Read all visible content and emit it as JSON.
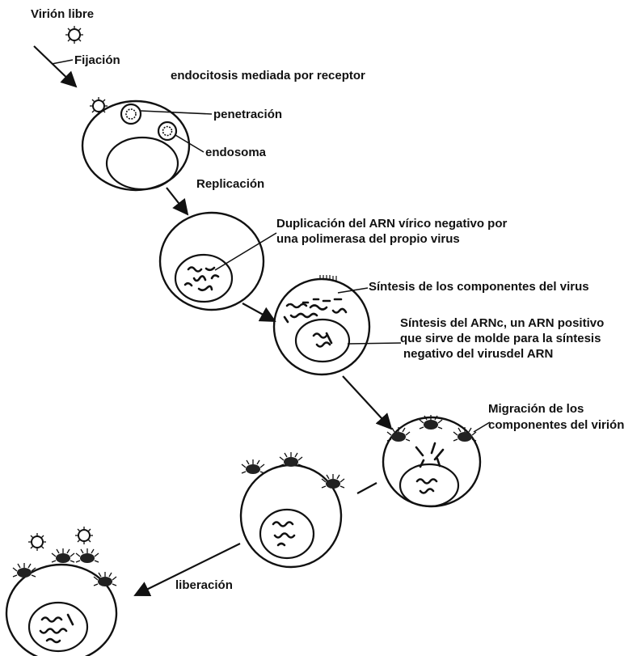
{
  "colors": {
    "ink": "#111111",
    "background": "#ffffff"
  },
  "labels": {
    "virion_libre": "Virión libre",
    "fijacion": "Fijación",
    "endocitosis": "endocitosis mediada por receptor",
    "penetracion": "penetración",
    "endosoma": "endosoma",
    "replicacion": "Replicación",
    "duplicacion_l1": "Duplicación del ARN vírico negativo por",
    "duplicacion_l2": "una polimerasa del propio virus",
    "sintesis_componentes": "Síntesis de los componentes del virus",
    "sintesis_arnc_l1": "Síntesis del ARNc, un ARN positivo",
    "sintesis_arnc_l2": "que sirve de molde para la síntesis",
    "sintesis_arnc_l3": "negativo del virusdel ARN",
    "migracion_l1": "Migración de los",
    "migracion_l2": "componentes del virión",
    "liberacion": "liberación"
  }
}
